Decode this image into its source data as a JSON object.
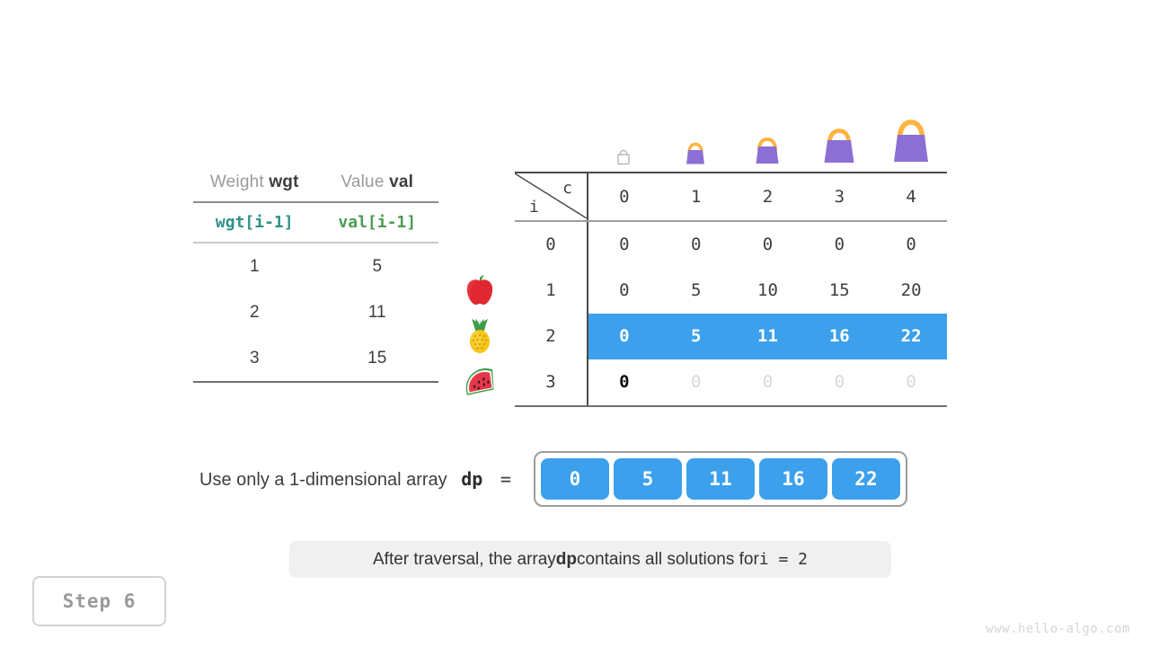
{
  "weight_value_table": {
    "headers": [
      {
        "prefix": "Weight ",
        "code": "wgt"
      },
      {
        "prefix": "Value ",
        "code": "val"
      }
    ],
    "sub_headers": {
      "wgt": "wgt[i-1]",
      "val": "val[i-1]"
    },
    "rows": [
      {
        "wgt": "1",
        "val": "5",
        "fruit": "apple-icon"
      },
      {
        "wgt": "2",
        "val": "11",
        "fruit": "pineapple-icon"
      },
      {
        "wgt": "3",
        "val": "15",
        "fruit": "watermelon-icon"
      }
    ]
  },
  "bags": [
    {
      "name": "bag-icon-empty",
      "size": 0
    },
    {
      "name": "bag-icon-1",
      "size": 1
    },
    {
      "name": "bag-icon-2",
      "size": 2
    },
    {
      "name": "bag-icon-3",
      "size": 3
    },
    {
      "name": "bag-icon-4",
      "size": 4
    }
  ],
  "dp_matrix": {
    "corner_row_label": "i",
    "corner_col_label": "c",
    "col_headers": [
      "0",
      "1",
      "2",
      "3",
      "4"
    ],
    "rows": [
      {
        "i": "0",
        "cells": [
          "0",
          "0",
          "0",
          "0",
          "0"
        ],
        "highlight": false,
        "faded": [
          false,
          false,
          false,
          false,
          false
        ]
      },
      {
        "i": "1",
        "cells": [
          "0",
          "5",
          "10",
          "15",
          "20"
        ],
        "highlight": false,
        "faded": [
          false,
          false,
          false,
          false,
          false
        ]
      },
      {
        "i": "2",
        "cells": [
          "0",
          "5",
          "11",
          "16",
          "22"
        ],
        "highlight": true,
        "faded": [
          false,
          false,
          false,
          false,
          false
        ]
      },
      {
        "i": "3",
        "cells": [
          "0",
          "0",
          "0",
          "0",
          "0"
        ],
        "highlight": false,
        "faded": [
          false,
          true,
          true,
          true,
          true
        ],
        "strong": [
          true,
          false,
          false,
          false,
          false
        ]
      }
    ]
  },
  "dp_array": {
    "label_text": "Use only a 1-dimensional array",
    "label_code": "dp",
    "equals": "=",
    "values": [
      "0",
      "5",
      "11",
      "16",
      "22"
    ]
  },
  "caption": {
    "part1": "After traversal, the array ",
    "code1": "dp",
    "part2": " contains all solutions for ",
    "code2": "i = 2"
  },
  "step_badge": "Step 6",
  "watermark": "www.hello-algo.com",
  "colors": {
    "highlight_blue": "#3ca0ec",
    "bag_purple": "#8b6fd4",
    "bag_handle": "#ffb340",
    "wgt_teal": "#2e9187",
    "val_green": "#4b9b53",
    "faded_gray": "#d8d8d8"
  }
}
